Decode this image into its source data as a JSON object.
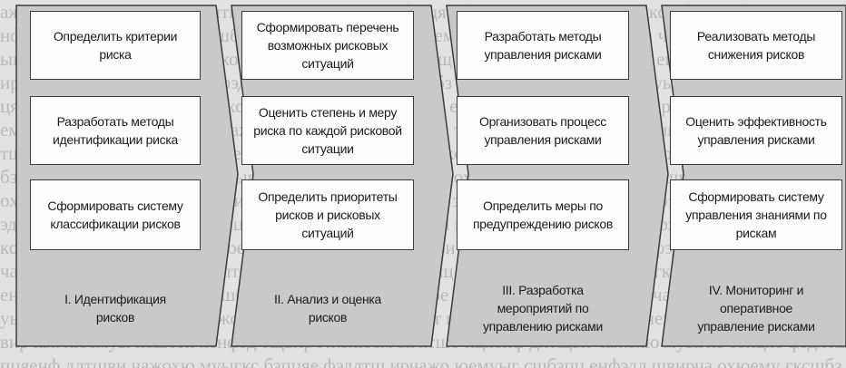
{
  "stages": [
    {
      "label": "I. Идентификация рисков",
      "boxes": [
        "Определить критерии риска",
        "Разработать методы идентификации риска",
        "Сформировать систему классификации рисков"
      ]
    },
    {
      "label": "II. Анализ и оценка рисков",
      "boxes": [
        "Сформировать перечень возможных рисковых ситуаций",
        "Оценить степень и меру риска по каждой рисковой ситуации",
        "Определить приоритеты рисков и рисковых ситуаций"
      ]
    },
    {
      "label": "III. Разработка мероприятий по управлению рисками",
      "boxes": [
        "Разработать методы управления рисками",
        "Организовать процесс управления рисками",
        "Определить меры по предупреждению рисков"
      ]
    },
    {
      "label": "IV. Мониторинг и оперативное управление рисками",
      "boxes": [
        "Реализовать методы снижения рисков",
        "Оценить эффективность управления рисками",
        "Сформировать систему управления знаниями по рискам"
      ]
    }
  ],
  "colors": {
    "chevron_fill": "#c9c9c9",
    "outline": "#3a3a3a",
    "box_fill": "#fdfdfd"
  }
}
